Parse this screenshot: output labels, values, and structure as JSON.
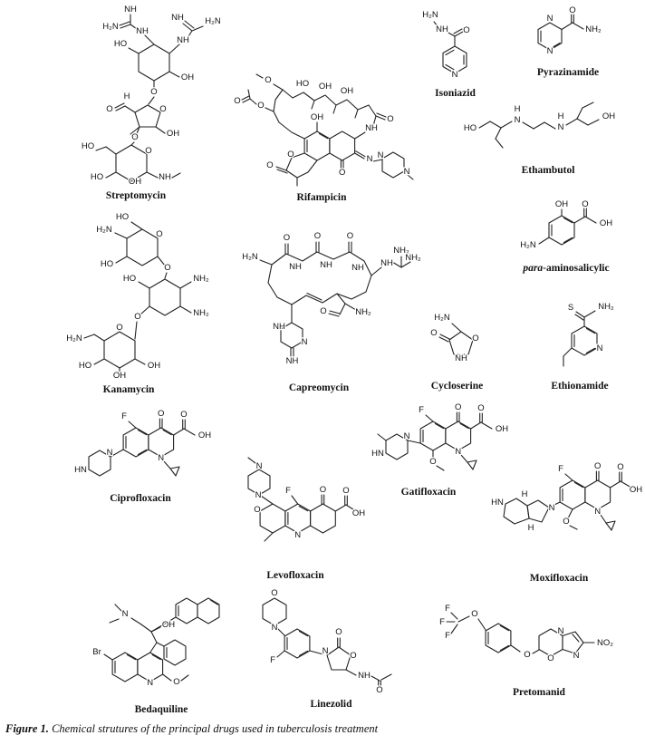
{
  "caption": {
    "label": "Figure 1.",
    "text": "Chemical strutures of the principal drugs used in tuberculosis treatment"
  },
  "sym": {
    "O": "O",
    "OH": "OH",
    "HO": "HO",
    "N": "N",
    "NH": "NH",
    "HN": "HN",
    "NH2": "NH₂",
    "H2N": "H₂N",
    "S": "S",
    "F": "F",
    "Br": "Br",
    "H": "H",
    "NO2": "NO₂"
  },
  "drugs": {
    "streptomycin": {
      "name": "Streptomycin"
    },
    "rifampicin": {
      "name": "Rifampicin"
    },
    "isoniazid": {
      "name": "Isoniazid"
    },
    "pyrazinamide": {
      "name": "Pyrazinamide"
    },
    "ethambutol": {
      "name": "Ethambutol"
    },
    "kanamycin": {
      "name": "Kanamycin"
    },
    "capreomycin": {
      "name": "Capreomycin"
    },
    "pas": {
      "name_prefix": "para",
      "name_rest": "-aminosalicylic"
    },
    "cycloserine": {
      "name": "Cycloserine"
    },
    "ethionamide": {
      "name": "Ethionamide"
    },
    "ciprofloxacin": {
      "name": "Ciprofloxacin"
    },
    "levofloxacin": {
      "name": "Levofloxacin"
    },
    "gatifloxacin": {
      "name": "Gatifloxacin"
    },
    "moxifloxacin": {
      "name": "Moxifloxacin"
    },
    "bedaquiline": {
      "name": "Bedaquiline"
    },
    "linezolid": {
      "name": "Linezolid"
    },
    "pretomanid": {
      "name": "Pretomanid"
    }
  }
}
